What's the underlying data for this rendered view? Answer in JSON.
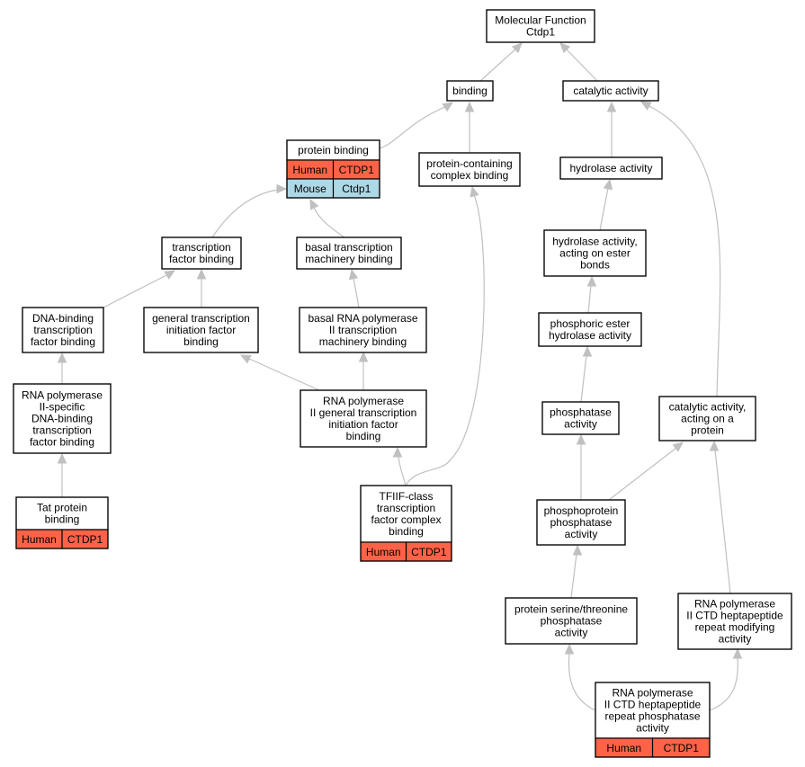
{
  "colors": {
    "human": "#ff6347",
    "mouse": "#add8e6",
    "edge": "#c0c0c0"
  },
  "nodes": {
    "mf": {
      "lines": [
        "Molecular Function",
        "Ctdp1"
      ]
    },
    "bind": {
      "lines": [
        "binding"
      ]
    },
    "cat": {
      "lines": [
        "catalytic activity"
      ]
    },
    "pb": {
      "lines": [
        "protein binding"
      ],
      "annotations": [
        [
          "Human",
          "CTDP1"
        ],
        [
          "Mouse",
          "Ctdp1"
        ]
      ]
    },
    "pccb": {
      "lines": [
        "protein-containing",
        "complex binding"
      ]
    },
    "hyd": {
      "lines": [
        "hydrolase activity"
      ]
    },
    "tfb": {
      "lines": [
        "transcription",
        "factor binding"
      ]
    },
    "btmb": {
      "lines": [
        "basal transcription",
        "machinery binding"
      ]
    },
    "hydest": {
      "lines": [
        "hydrolase activity,",
        "acting on ester",
        "bonds"
      ]
    },
    "dnab": {
      "lines": [
        "DNA-binding",
        "transcription",
        "factor binding"
      ]
    },
    "gtif": {
      "lines": [
        "general transcription",
        "initiation factor",
        "binding"
      ]
    },
    "brna": {
      "lines": [
        "basal RNA polymerase",
        "II transcription",
        "machinery binding"
      ]
    },
    "phest": {
      "lines": [
        "phosphoric ester",
        "hydrolase activity"
      ]
    },
    "rnaiis": {
      "lines": [
        "RNA polymerase",
        "II-specific",
        "DNA-binding",
        "transcription",
        "factor binding"
      ]
    },
    "rnagt": {
      "lines": [
        "RNA polymerase",
        "II general transcription",
        "initiation factor",
        "binding"
      ]
    },
    "phos": {
      "lines": [
        "phosphatase",
        "activity"
      ]
    },
    "catp": {
      "lines": [
        "catalytic activity,",
        "acting on a",
        "protein"
      ]
    },
    "tat": {
      "lines": [
        "Tat protein",
        "binding"
      ],
      "annotations": [
        [
          "Human",
          "CTDP1"
        ]
      ]
    },
    "tfiif": {
      "lines": [
        "TFIIF-class",
        "transcription",
        "factor complex",
        "binding"
      ],
      "annotations": [
        [
          "Human",
          "CTDP1"
        ]
      ]
    },
    "pprot": {
      "lines": [
        "phosphoprotein",
        "phosphatase",
        "activity"
      ]
    },
    "pst": {
      "lines": [
        "protein serine/threonine",
        "phosphatase",
        "activity"
      ]
    },
    "ctdmod": {
      "lines": [
        "RNA polymerase",
        "II CTD heptapeptide",
        "repeat modifying",
        "activity"
      ]
    },
    "ctdph": {
      "lines": [
        "RNA polymerase",
        "II CTD heptapeptide",
        "repeat phosphatase",
        "activity"
      ],
      "annotations": [
        [
          "Human",
          "CTDP1"
        ]
      ]
    }
  }
}
